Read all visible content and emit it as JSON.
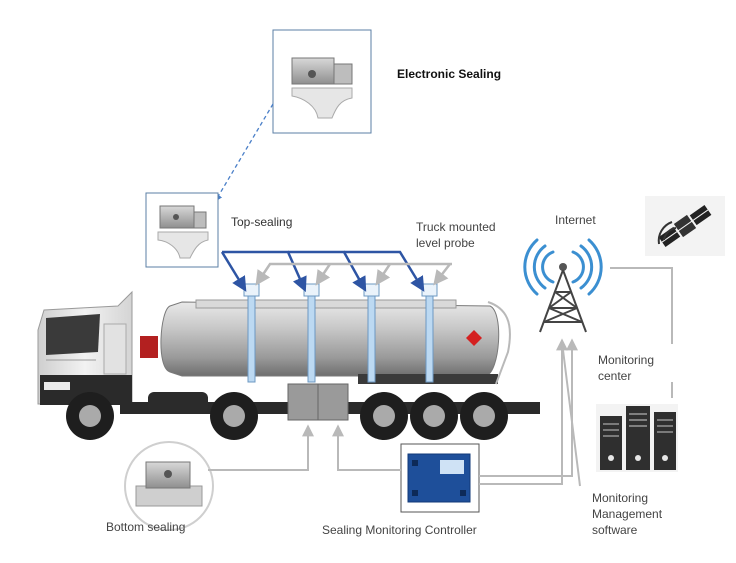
{
  "labels": {
    "electronic_sealing": "Electronic Sealing",
    "top_sealing": "Top-sealing",
    "level_probe": [
      "Truck mounted",
      "level probe"
    ],
    "internet": "Internet",
    "monitoring_center": [
      "Monitoring",
      "center"
    ],
    "management_software": [
      "Monitoring",
      "Management",
      "software"
    ],
    "bottom_sealing": "Bottom sealing",
    "controller": "Sealing Monitoring Controller"
  },
  "colors": {
    "arrow_blue": "#2e55a4",
    "arrow_gray": "#b9b9b9",
    "dashed_link": "#4a7fc8",
    "probe_blue": "#bcd9f2",
    "tank": "#b7b7b7",
    "cab": "#d9d9d9",
    "tower": "#444444",
    "signal": "#3b8fd1",
    "controller_blue": "#1e4f9a"
  }
}
